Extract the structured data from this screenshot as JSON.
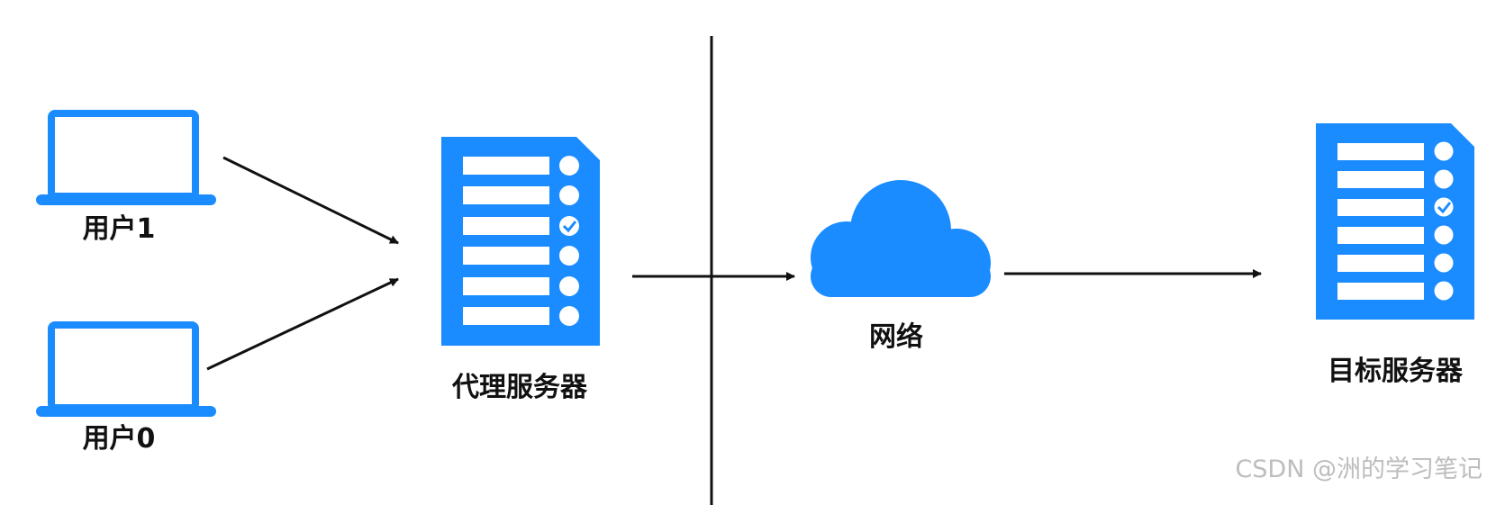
{
  "nodes": {
    "user1": {
      "label": "用户1",
      "icon": "laptop-icon"
    },
    "user0": {
      "label": "用户0",
      "icon": "laptop-icon"
    },
    "proxy_server": {
      "label": "代理服务器",
      "icon": "server-icon"
    },
    "network": {
      "label": "网络",
      "icon": "cloud-icon"
    },
    "target_server": {
      "label": "目标服务器",
      "icon": "server-icon"
    }
  },
  "edges": [
    {
      "from": "user1",
      "to": "proxy_server"
    },
    {
      "from": "user0",
      "to": "proxy_server"
    },
    {
      "from": "proxy_server",
      "to": "network"
    },
    {
      "from": "network",
      "to": "target_server"
    }
  ],
  "watermark": "CSDN @洲的学习笔记",
  "colors": {
    "icon_blue": "#1a8cff",
    "line": "#111111",
    "watermark": "#bdbdbd"
  }
}
